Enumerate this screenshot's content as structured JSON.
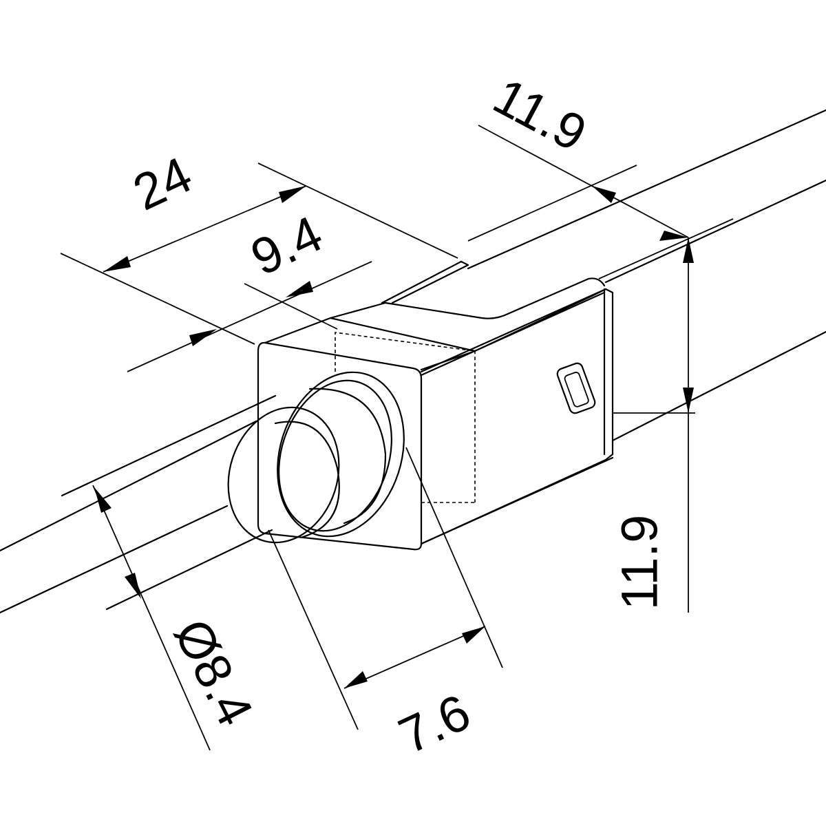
{
  "title": "Cable connector dimension drawing",
  "dimensions": {
    "overall_length": "24",
    "inner_length": "9.4",
    "top_width": "11.9",
    "height": "11.9",
    "cable_diameter": "Ø8.4",
    "collar_length": "7.6"
  },
  "colors": {
    "line": "#000000",
    "background": "#ffffff"
  }
}
